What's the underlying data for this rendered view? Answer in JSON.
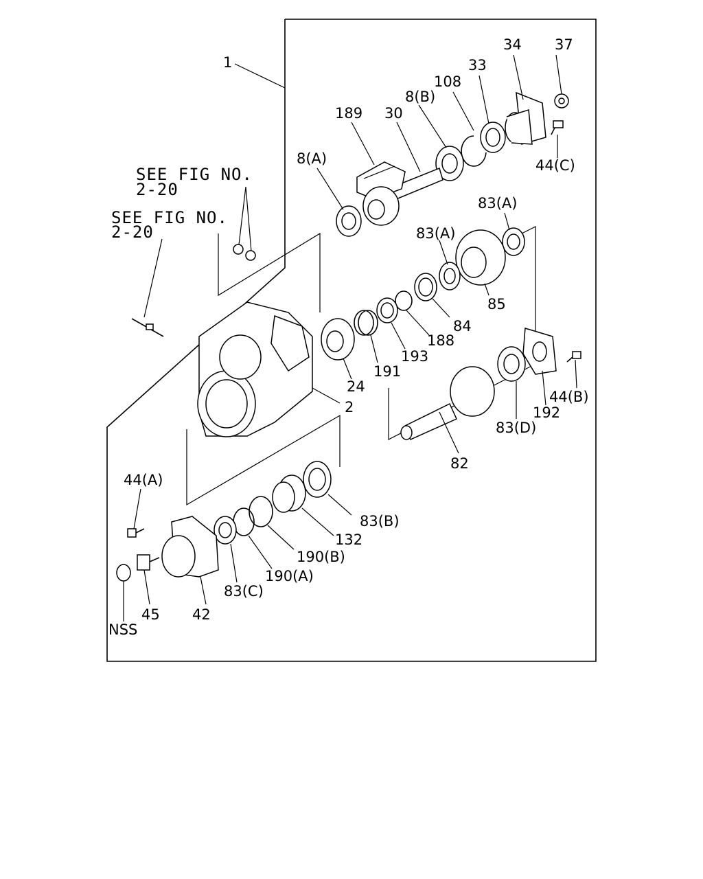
{
  "notes": {
    "see_fig_1": [
      "SEE FIG NO.",
      "2-20"
    ],
    "see_fig_2": [
      "SEE FIG NO.",
      "2-20"
    ]
  },
  "labels": {
    "l1": "1",
    "l2": "2",
    "l24": "24",
    "l30": "30",
    "l33": "33",
    "l34": "34",
    "l37": "37",
    "l42": "42",
    "l44a": "44(A)",
    "l44b": "44(B)",
    "l44c": "44(C)",
    "l45": "45",
    "l82": "82",
    "l83a1": "83(A)",
    "l83a2": "83(A)",
    "l83b": "83(B)",
    "l83c": "83(C)",
    "l83d": "83(D)",
    "l84": "84",
    "l85": "85",
    "l8a": "8(A)",
    "l8b": "8(B)",
    "l108": "108",
    "l132": "132",
    "l188": "188",
    "l189": "189",
    "l190a": "190(A)",
    "l190b": "190(B)",
    "l191": "191",
    "l192": "192",
    "l193": "193",
    "lnss": "NSS"
  }
}
